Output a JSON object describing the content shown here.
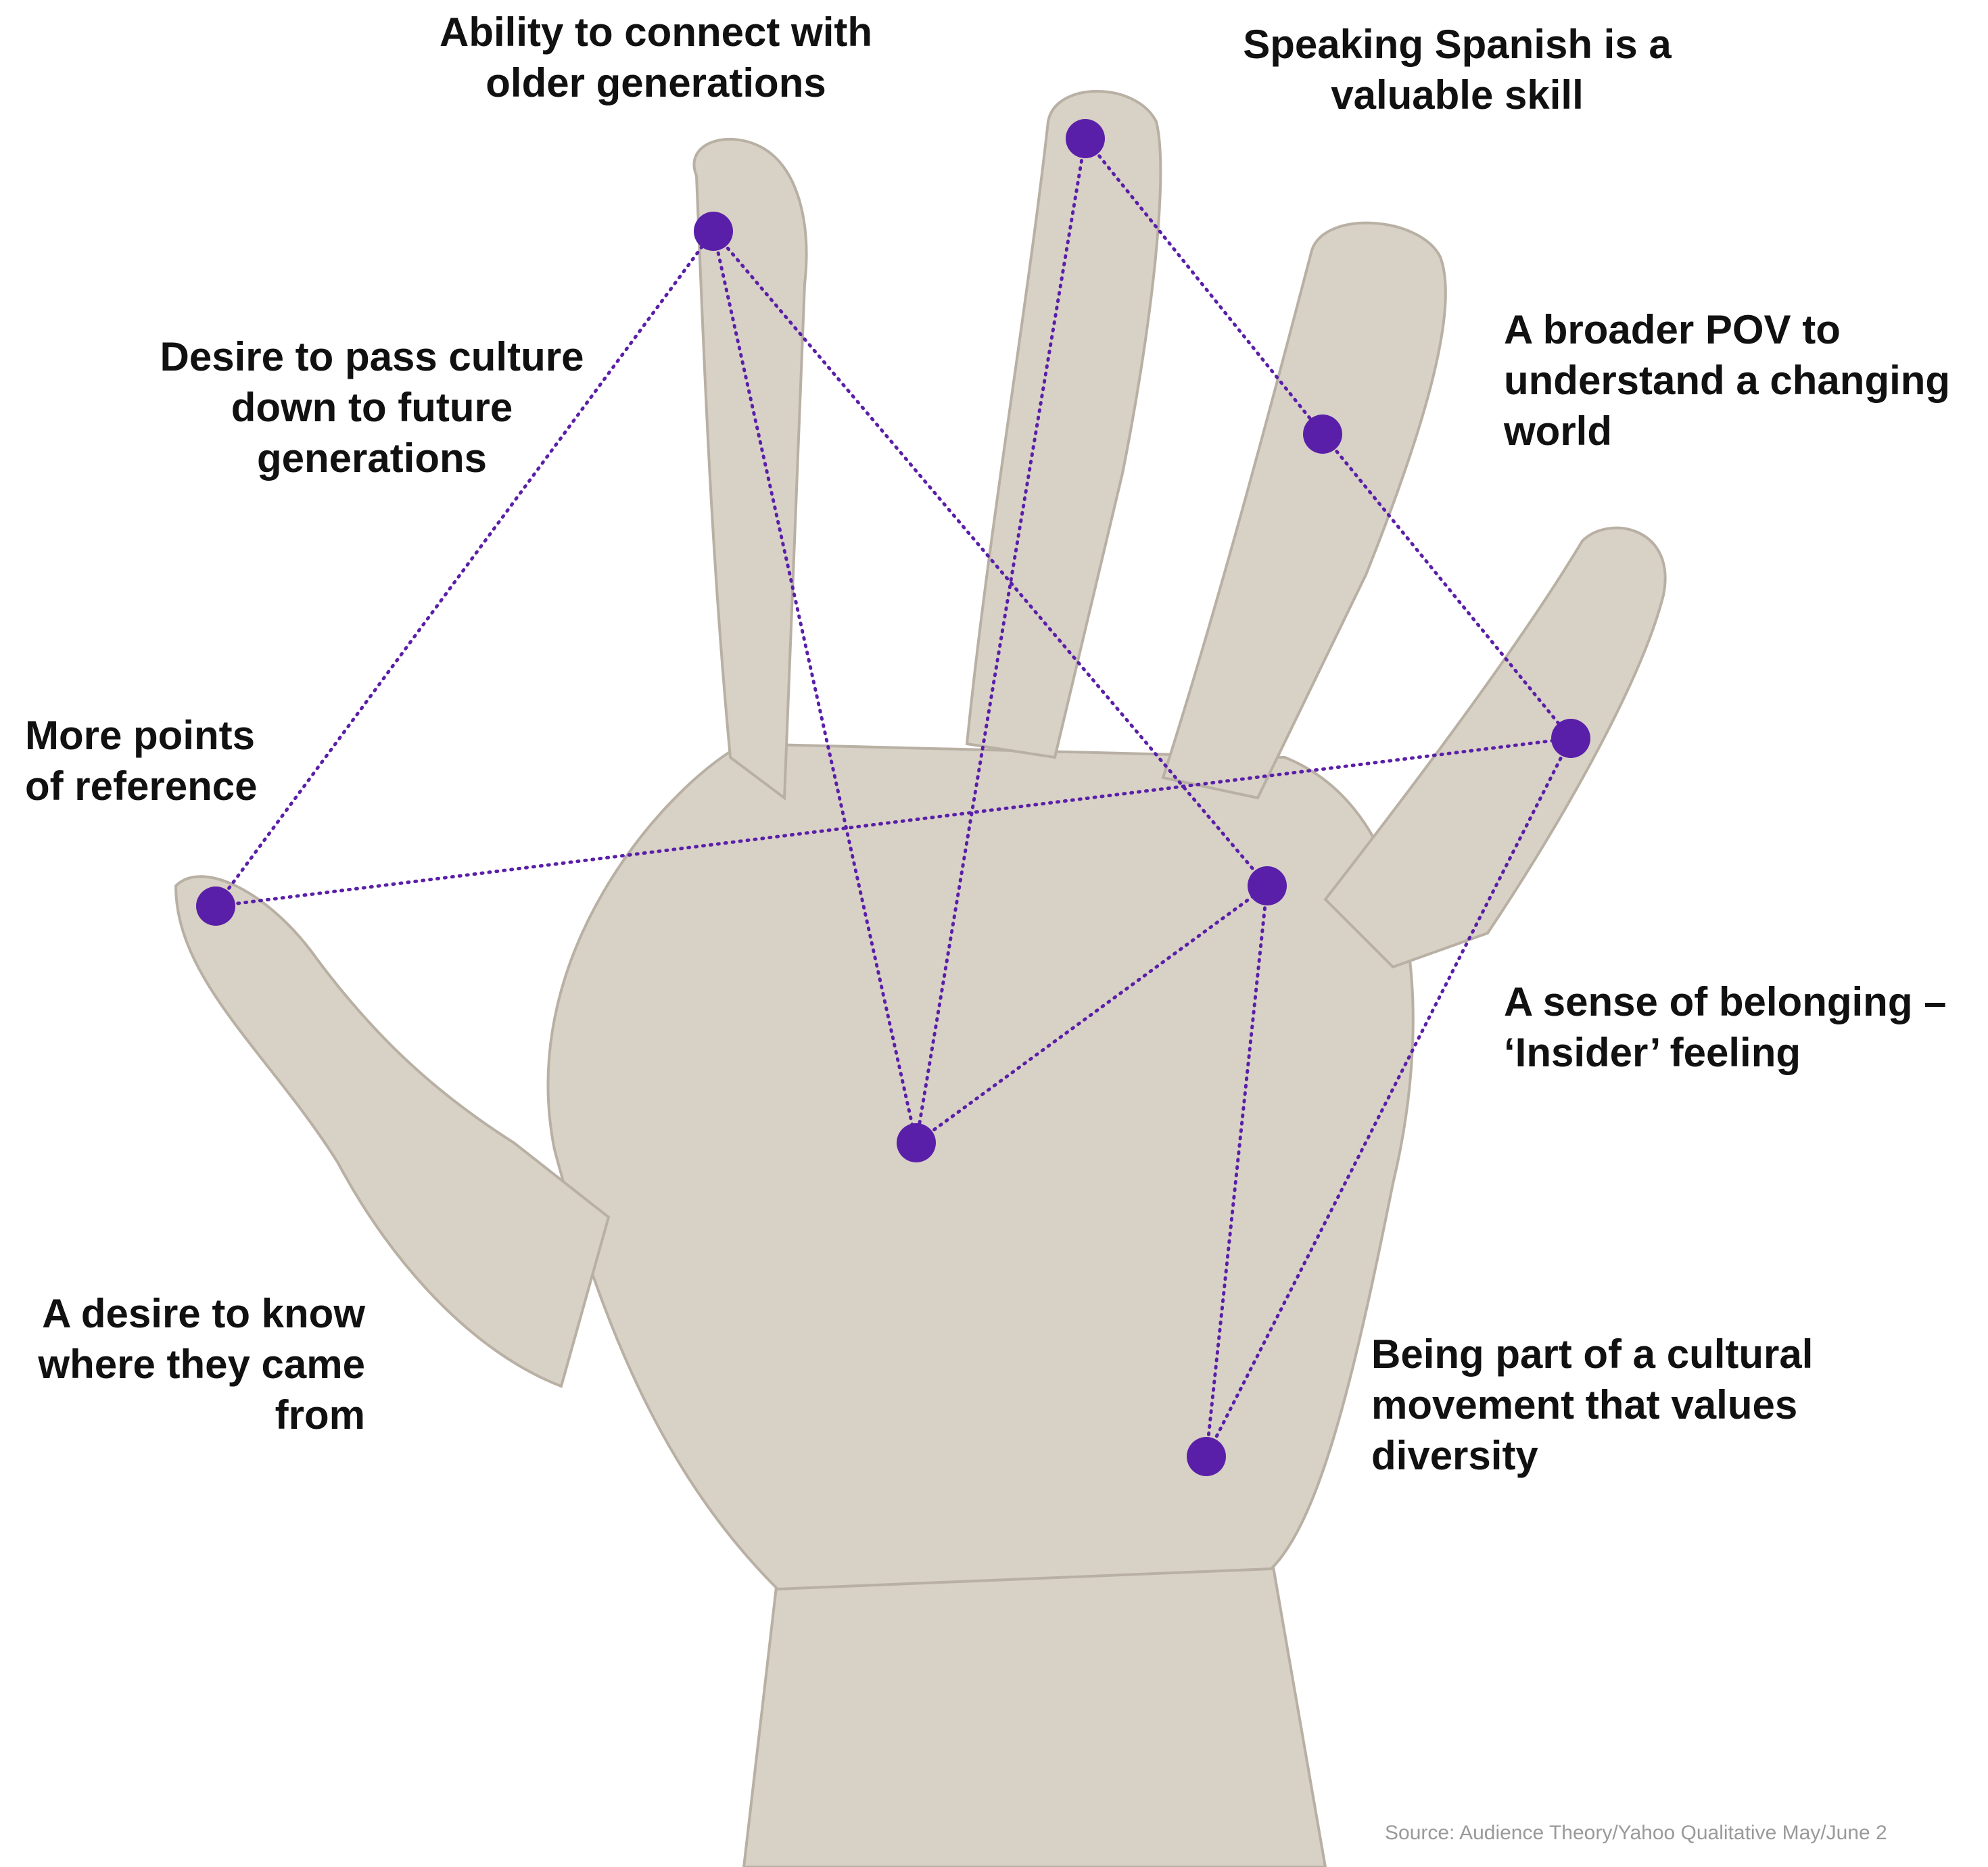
{
  "colors": {
    "accent": "#5a1fa8",
    "text": "#111111",
    "source": "#9a9a9a",
    "skin": "#d9d2c8"
  },
  "labels": {
    "older_generations": "Ability to connect with\nolder generations",
    "spanish_skill": "Speaking Spanish is a\nvaluable skill",
    "broader_pov": "A broader POV to\nunderstand a changing\nworld",
    "pass_culture": "Desire to pass culture\ndown to future\ngenerations",
    "points_of_reference": "More points\nof reference",
    "belonging": "A sense of belonging –\n‘Insider’ feeling",
    "know_where_from": "A desire to know\nwhere they came\nfrom",
    "cultural_movement": "Being part of a cultural\nmovement that values\ndiversity"
  },
  "source": "Source: Audience Theory/Yahoo Qualitative May/June 2"
}
